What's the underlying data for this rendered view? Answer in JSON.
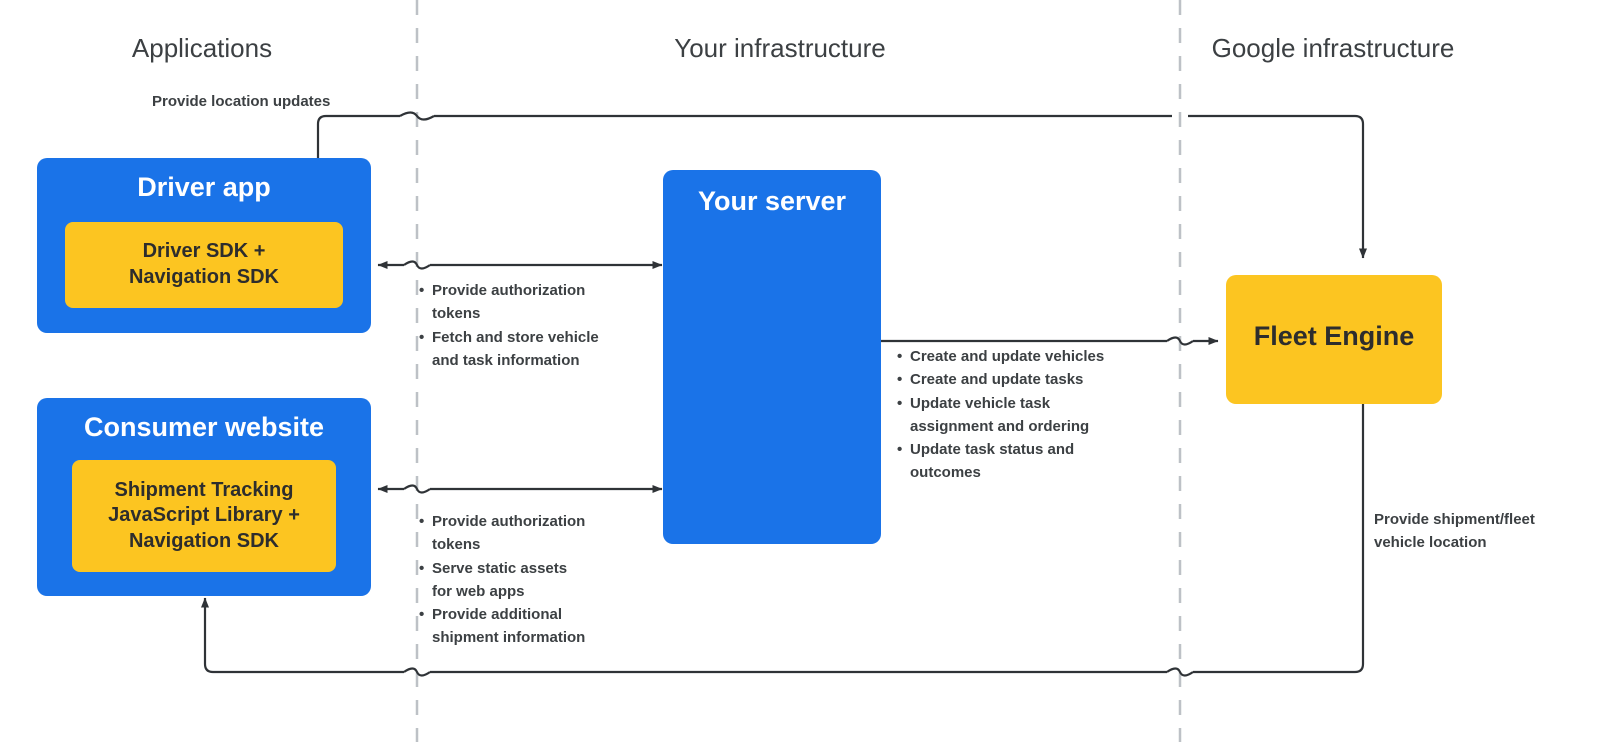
{
  "zones": [
    {
      "label": "Applications"
    },
    {
      "label": "Your infrastructure"
    },
    {
      "label": "Google infrastructure"
    }
  ],
  "nodes": {
    "driver_app": {
      "title": "Driver app",
      "inner": "Driver SDK +\nNavigation SDK"
    },
    "consumer_website": {
      "title": "Consumer website",
      "inner": "Shipment Tracking\nJavaScript Library  +\nNavigation SDK"
    },
    "your_server": {
      "title": "Your server"
    },
    "fleet_engine": {
      "title": "Fleet Engine"
    }
  },
  "edges": {
    "location_updates": {
      "label": "Provide location updates"
    },
    "driver_server": {
      "bullets": [
        "Provide authorization\ntokens",
        "Fetch and store vehicle\nand task information"
      ]
    },
    "consumer_server": {
      "bullets": [
        "Provide authorization\ntokens",
        "Serve static assets\nfor web apps",
        "Provide additional\nshipment information"
      ]
    },
    "server_fleet": {
      "bullets": [
        "Create and update vehicles",
        "Create and update tasks",
        "Update vehicle task\nassignment and ordering",
        "Update task status and\noutcomes"
      ]
    },
    "fleet_consumer": {
      "label": "Provide shipment/fleet\nvehicle location"
    }
  },
  "colors": {
    "blue": "#1a73e8",
    "yellow": "#fcc521",
    "line": "#3c4043",
    "divider": "#bdc1c6",
    "text_dark": "#3c4043"
  }
}
